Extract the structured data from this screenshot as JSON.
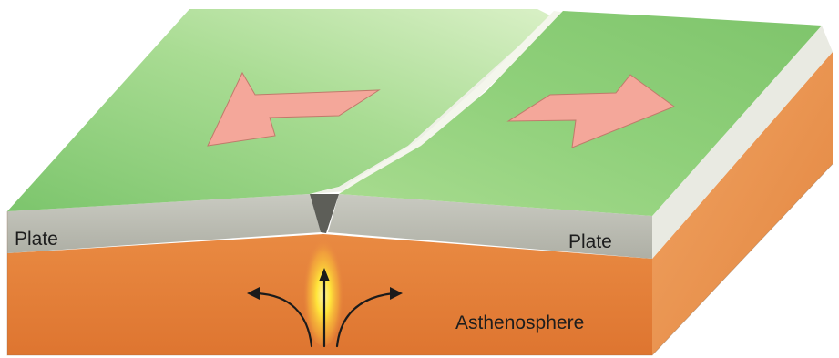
{
  "labels": {
    "left_plate": "Plate",
    "right_plate": "Plate",
    "asthenosphere": "Asthenosphere"
  },
  "colors": {
    "plate_top": "#8ccf7a",
    "plate_side": "#bfc0b6",
    "asthenosphere": "#e8863f",
    "arrow": "#f4a79a",
    "upwelling": "#ffe23a"
  },
  "arrows": {
    "left_plate_direction": "left",
    "right_plate_direction": "right"
  }
}
